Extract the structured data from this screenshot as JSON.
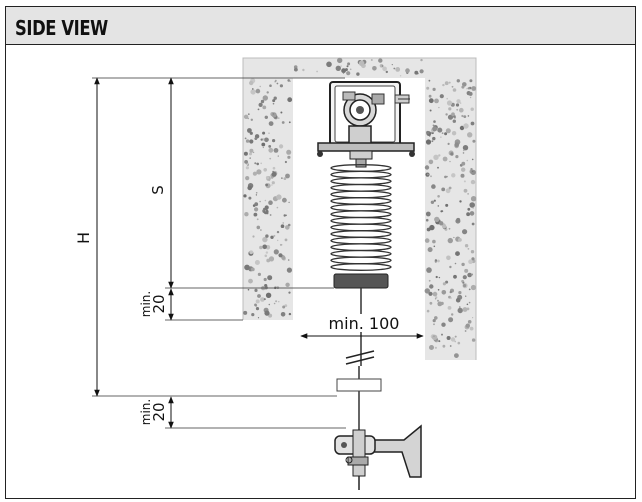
{
  "header": {
    "title": "SIDE VIEW"
  },
  "dimensions": {
    "h_label": "H",
    "s_label": "S",
    "upper_min_label": "min.",
    "upper_min_value": "20",
    "lower_min_label": "min.",
    "lower_min_value": "20",
    "horizontal_label": "min. 100"
  }
}
